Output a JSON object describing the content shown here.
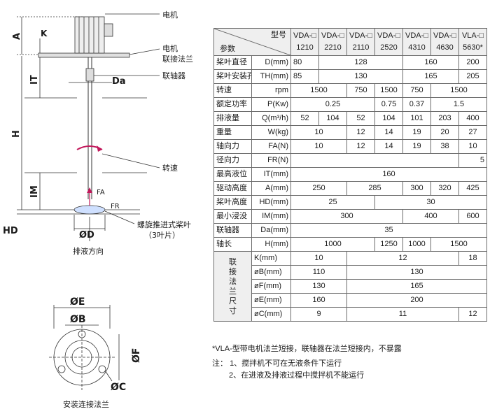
{
  "diagram": {
    "labels": {
      "motor": "电机",
      "motor_flange_l1": "电机",
      "motor_flange_l2": "联接法兰",
      "coupling": "联轴器",
      "rotation": "转速",
      "impeller_l1": "螺旋推进式桨叶",
      "impeller_l2": "（3叶片）",
      "discharge": "排液方向",
      "mount_flange": "安装连接法兰",
      "A": "A",
      "K": "K",
      "IT": "IT",
      "Da": "Da",
      "H": "H",
      "IM": "IM",
      "HD": "HD",
      "FA": "FA",
      "FR": "FR",
      "D": "ØD",
      "E": "ØE",
      "B": "ØB",
      "F": "ØF",
      "C": "ØC"
    }
  },
  "table": {
    "header_model": "型号",
    "header_param": "参数",
    "models": [
      {
        "line1": "VDA-□",
        "line2": "1210"
      },
      {
        "line1": "VDA-□",
        "line2": "2210"
      },
      {
        "line1": "VDA-□",
        "line2": "2110"
      },
      {
        "line1": "VDA-□",
        "line2": "2520"
      },
      {
        "line1": "VDA-□",
        "line2": "4310"
      },
      {
        "line1": "VDA-□",
        "line2": "4630"
      },
      {
        "line1": "VLA-□",
        "line2": "5630*"
      }
    ],
    "rows": [
      {
        "name": "桨叶直径",
        "unit": "D(mm)",
        "cells": [
          {
            "v": "80",
            "s": 1,
            "a": "l"
          },
          {
            "v": "128",
            "s": 3
          },
          {
            "v": "160",
            "s": 2
          },
          {
            "v": "200",
            "s": 1
          }
        ]
      },
      {
        "name": "桨叶安装孔",
        "unit": "TH(mm)",
        "cells": [
          {
            "v": "85",
            "s": 1,
            "a": "l"
          },
          {
            "v": "130",
            "s": 3
          },
          {
            "v": "165",
            "s": 2
          },
          {
            "v": "205",
            "s": 1
          }
        ]
      },
      {
        "name": "转速",
        "unit": "rpm",
        "cells": [
          {
            "v": "1500",
            "s": 2
          },
          {
            "v": "750",
            "s": 1
          },
          {
            "v": "1500",
            "s": 1
          },
          {
            "v": "750",
            "s": 1
          },
          {
            "v": "1500",
            "s": 2
          }
        ]
      },
      {
        "name": "额定功率",
        "unit": "P(Kw)",
        "cells": [
          {
            "v": "0.25",
            "s": 3
          },
          {
            "v": "0.75",
            "s": 1
          },
          {
            "v": "0.37",
            "s": 1
          },
          {
            "v": "1.5",
            "s": 2
          }
        ]
      },
      {
        "name": "排液量",
        "unit": "Q(m³/h)",
        "cells": [
          {
            "v": "52",
            "s": 1
          },
          {
            "v": "104",
            "s": 1
          },
          {
            "v": "52",
            "s": 1
          },
          {
            "v": "104",
            "s": 1
          },
          {
            "v": "101",
            "s": 1
          },
          {
            "v": "203",
            "s": 1
          },
          {
            "v": "400",
            "s": 1
          }
        ]
      },
      {
        "name": "重量",
        "unit": "W(kg)",
        "cells": [
          {
            "v": "10",
            "s": 2
          },
          {
            "v": "12",
            "s": 1
          },
          {
            "v": "14",
            "s": 1
          },
          {
            "v": "19",
            "s": 1
          },
          {
            "v": "20",
            "s": 1
          },
          {
            "v": "27",
            "s": 1
          }
        ]
      },
      {
        "name": "轴向力",
        "unit": "FA(N)",
        "cells": [
          {
            "v": "10",
            "s": 2
          },
          {
            "v": "12",
            "s": 1
          },
          {
            "v": "14",
            "s": 1
          },
          {
            "v": "19",
            "s": 1
          },
          {
            "v": "38",
            "s": 1
          },
          {
            "v": "10",
            "s": 1
          }
        ]
      },
      {
        "name": "径向力",
        "unit": "FR(N)",
        "cells": [
          {
            "v": "",
            "s": 6
          },
          {
            "v": "5",
            "s": 1,
            "a": "r"
          }
        ]
      },
      {
        "name": "最高液位",
        "unit": "IT(mm)",
        "cells": [
          {
            "v": "160",
            "s": 7
          }
        ]
      },
      {
        "name": "驱动高度",
        "unit": "A(mm)",
        "cells": [
          {
            "v": "250",
            "s": 2
          },
          {
            "v": "285",
            "s": 2
          },
          {
            "v": "300",
            "s": 1
          },
          {
            "v": "320",
            "s": 1
          },
          {
            "v": "425",
            "s": 1
          }
        ]
      },
      {
        "name": "桨叶高度",
        "unit": "HD(mm)",
        "cells": [
          {
            "v": "25",
            "s": 3
          },
          {
            "v": "30",
            "s": 4
          }
        ]
      },
      {
        "name": "最小浸没",
        "unit": "IM(mm)",
        "cells": [
          {
            "v": "300",
            "s": 4
          },
          {
            "v": "400",
            "s": 2
          },
          {
            "v": "600",
            "s": 1
          }
        ]
      },
      {
        "name": "联轴器",
        "unit": "Da(mm)",
        "cells": [
          {
            "v": "35",
            "s": 7
          }
        ]
      },
      {
        "name": "轴长",
        "unit": "H(mm)",
        "cells": [
          {
            "v": "1000",
            "s": 3
          },
          {
            "v": "1250",
            "s": 1
          },
          {
            "v": "1000",
            "s": 1
          },
          {
            "v": "1500",
            "s": 2
          }
        ]
      }
    ],
    "flange_title": [
      "联",
      "接",
      "法",
      "兰",
      "尺",
      "寸"
    ],
    "flange_rows": [
      {
        "unit": "K(mm)",
        "cells": [
          {
            "v": "10",
            "s": 2
          },
          {
            "v": "12",
            "s": 4
          },
          {
            "v": "18",
            "s": 1
          }
        ]
      },
      {
        "unit": "øB(mm)",
        "cells": [
          {
            "v": "110",
            "s": 2
          },
          {
            "v": "130",
            "s": 5
          }
        ]
      },
      {
        "unit": "øF(mm)",
        "cells": [
          {
            "v": "130",
            "s": 2
          },
          {
            "v": "165",
            "s": 5
          }
        ]
      },
      {
        "unit": "øE(mm)",
        "cells": [
          {
            "v": "160",
            "s": 2
          },
          {
            "v": "200",
            "s": 5
          }
        ]
      },
      {
        "unit": "øC(mm)",
        "cells": [
          {
            "v": "9",
            "s": 2
          },
          {
            "v": "11",
            "s": 4
          },
          {
            "v": "12",
            "s": 1
          }
        ]
      }
    ]
  },
  "notes": {
    "star": "*VLA-型带电机法兰短接，联轴器在法兰短接内，不暴露",
    "note_prefix": "注：",
    "note1": "1、搅拌机不可在无液条件下运行",
    "note2": "2、在进液及排液过程中搅拌机不能运行"
  }
}
